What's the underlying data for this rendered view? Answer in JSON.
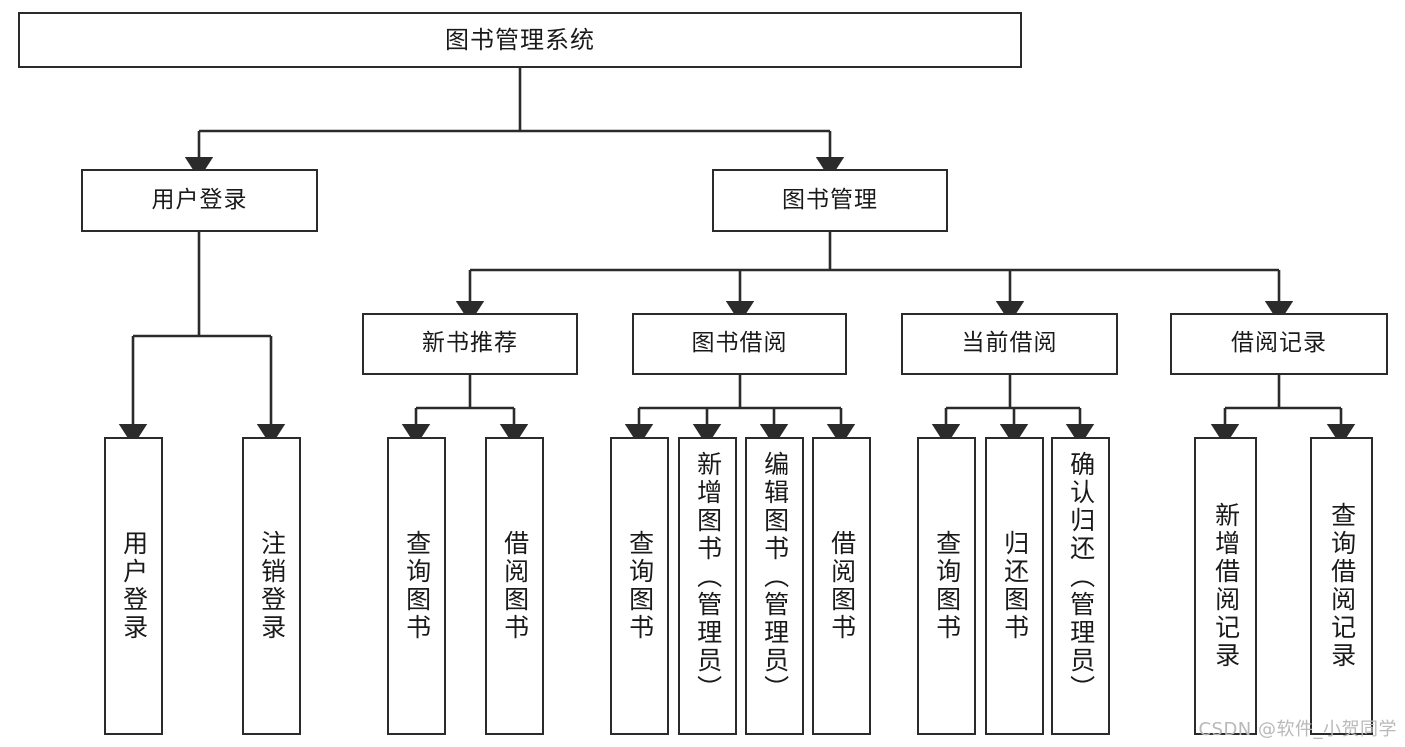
{
  "diagram": {
    "title": "图书管理系统",
    "type": "tree",
    "stroke_color": "#2b2b2b",
    "fill_color": "#ffffff",
    "text_color": "#1a1a1a"
  },
  "root": {
    "label": "图书管理系统"
  },
  "level2": [
    {
      "label": "用户登录"
    },
    {
      "label": "图书管理"
    }
  ],
  "level3": [
    {
      "label": "新书推荐"
    },
    {
      "label": "图书借阅"
    },
    {
      "label": "当前借阅"
    },
    {
      "label": "借阅记录"
    }
  ],
  "leaves": {
    "user_login": [
      {
        "label": "用户登录"
      },
      {
        "label": "注销登录"
      }
    ],
    "new_book_recommend": [
      {
        "label": "查询图书"
      },
      {
        "label": "借阅图书"
      }
    ],
    "book_borrow": [
      {
        "label": "查询图书"
      },
      {
        "label": "新增图书（管理员）"
      },
      {
        "label": "编辑图书（管理员）"
      },
      {
        "label": "借阅图书"
      }
    ],
    "current_borrow": [
      {
        "label": "查询图书"
      },
      {
        "label": "归还图书"
      },
      {
        "label": "确认归还（管理员）"
      }
    ],
    "borrow_record": [
      {
        "label": "新增借阅记录"
      },
      {
        "label": "查询借阅记录"
      }
    ]
  },
  "watermark": {
    "text": "CSDN @软件_小贺同学"
  }
}
